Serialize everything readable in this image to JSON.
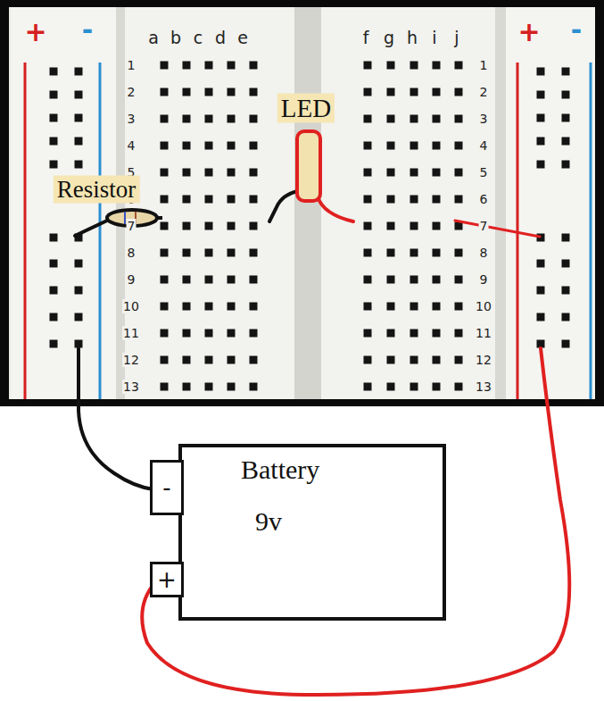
{
  "diagram": {
    "nodes": [
      {
        "text": [
          "Battery",
          "9v"
        ]
      },
      {
        "text": [
          "-"
        ],
        "in": 0
      },
      {
        "text": [
          "+"
        ],
        "in": 0
      }
    ],
    "labels": [
      "+",
      "-",
      "a",
      "b",
      "c",
      "d",
      "e",
      "f",
      "g",
      "h",
      "i",
      "j",
      "1",
      "2",
      "3",
      "4",
      "5",
      "6",
      "7",
      "8",
      "9",
      "10",
      "11",
      "12",
      "13",
      "1",
      "2",
      "3",
      "4",
      "5",
      "6",
      "7",
      "8",
      "9",
      "10",
      "11",
      "12",
      "13",
      "+",
      "-",
      "Resistor",
      "LED"
    ]
  }
}
